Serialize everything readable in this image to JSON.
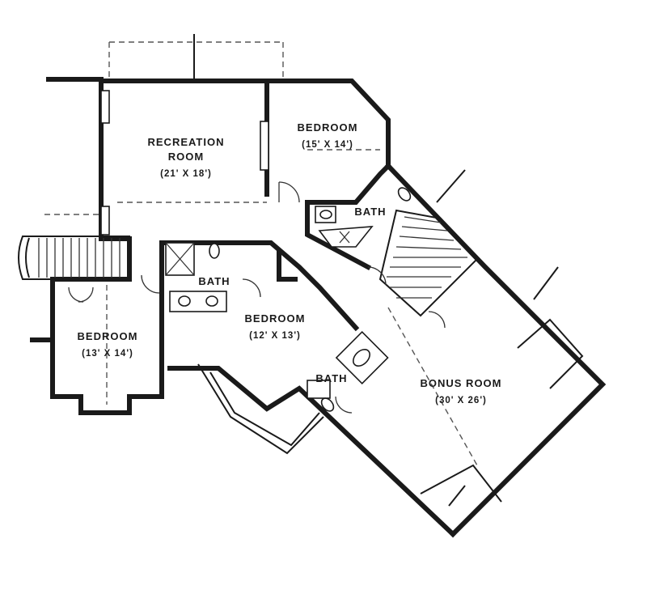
{
  "rooms": [
    {
      "id": "recreation",
      "name_lines": [
        "RECREATION",
        "ROOM"
      ],
      "dims": "(21' X 18')"
    },
    {
      "id": "bedroom_ne",
      "name_lines": [
        "BEDROOM"
      ],
      "dims": "(15' X 14')"
    },
    {
      "id": "bedroom_w",
      "name_lines": [
        "BEDROOM"
      ],
      "dims": "(13' X 14')"
    },
    {
      "id": "bedroom_c",
      "name_lines": [
        "BEDROOM"
      ],
      "dims": "(12' X 13')"
    },
    {
      "id": "bonus",
      "name_lines": [
        "BONUS ROOM"
      ],
      "dims": "(30' X 26')"
    },
    {
      "id": "bath_1",
      "name_lines": [
        "BATH"
      ],
      "dims": ""
    },
    {
      "id": "bath_2",
      "name_lines": [
        "BATH"
      ],
      "dims": ""
    },
    {
      "id": "bath_3",
      "name_lines": [
        "BATH"
      ],
      "dims": ""
    }
  ]
}
